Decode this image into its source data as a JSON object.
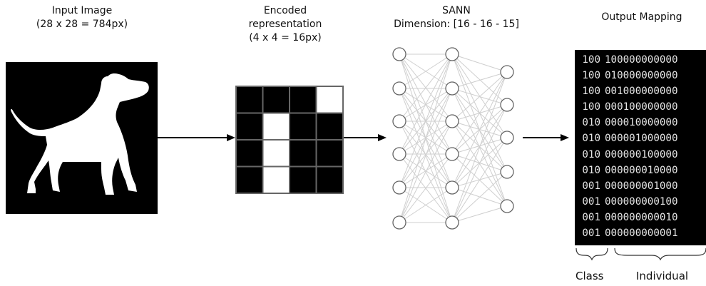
{
  "input": {
    "title": "Input Image",
    "subtitle": "(28 x 28 = 784px)",
    "fill_color": "#000000",
    "dog_color": "#ffffff"
  },
  "encoded": {
    "title": "Encoded",
    "title2": "representation",
    "subtitle": "(4 x 4 = 16px)",
    "grid": [
      [
        0,
        0,
        0,
        1
      ],
      [
        0,
        1,
        0,
        0
      ],
      [
        0,
        1,
        0,
        0
      ],
      [
        0,
        1,
        0,
        0
      ]
    ],
    "on_color": "#ffffff",
    "off_color": "#000000",
    "border_color": "#666666"
  },
  "sann": {
    "title": "SANN",
    "subtitle": "Dimension: [16 - 16 - 15]",
    "layer_node_counts_shown": [
      6,
      6,
      5
    ],
    "node_stroke": "#666666",
    "edge_color": "#cfcfcf"
  },
  "output": {
    "title": "Output Mapping",
    "rows": [
      {
        "class": "100",
        "individual": "100000000000"
      },
      {
        "class": "100",
        "individual": "010000000000"
      },
      {
        "class": "100",
        "individual": "001000000000"
      },
      {
        "class": "100",
        "individual": "000100000000"
      },
      {
        "class": "010",
        "individual": "000010000000"
      },
      {
        "class": "010",
        "individual": "000001000000"
      },
      {
        "class": "010",
        "individual": "000000100000"
      },
      {
        "class": "010",
        "individual": "000000010000"
      },
      {
        "class": "001",
        "individual": "000000001000"
      },
      {
        "class": "001",
        "individual": "000000000100"
      },
      {
        "class": "001",
        "individual": "000000000010"
      },
      {
        "class": "001",
        "individual": "000000000001"
      }
    ],
    "class_label": "Class",
    "individual_label": "Individual"
  },
  "arrow_color": "#000000"
}
